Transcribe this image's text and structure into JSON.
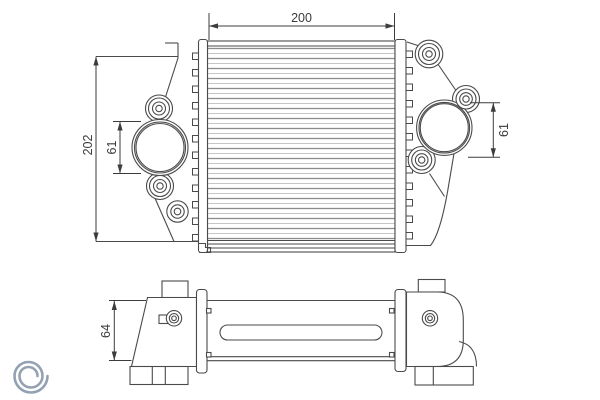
{
  "diagram": {
    "dimensions": {
      "core_width": "200",
      "overall_height": "202",
      "left_port_diameter": "61",
      "right_port_diameter": "61",
      "side_height": "64"
    },
    "colors": {
      "outline": "#4a4a4a",
      "dimension_line": "#3c3c3c",
      "fin_dark": "#8d8d8d",
      "fin_light": "#c6c6c6",
      "logo_swirl": "#93a1b3",
      "background": "#ffffff"
    },
    "logo": "swirl-logo"
  }
}
